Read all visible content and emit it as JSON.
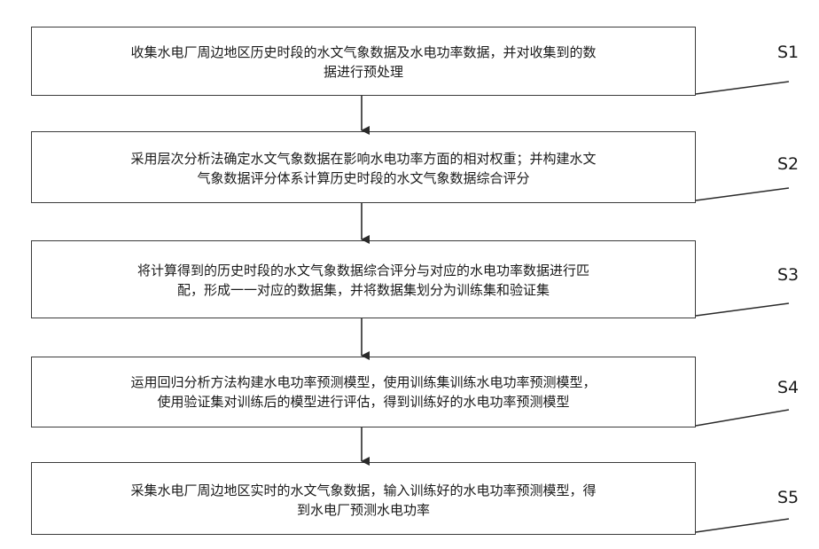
{
  "steps": [
    {
      "label": "S1",
      "line1": "收集水电厂周边地区历史时段的水文气象数据及水电功率数据，并对收集到的数",
      "line2": "据进行预处理"
    },
    {
      "label": "S2",
      "line1": "采用层次分析法确定水文气象数据在影响水电功率方面的相对权重；并构建水文",
      "line2": "气象数据评分体系计算历史时段的水文气象数据综合评分"
    },
    {
      "label": "S3",
      "line1": "将计算得到的历史时段的水文气象数据综合评分与对应的水电功率数据进行匹",
      "line2": "配，形成一一对应的数据集，并将数据集划分为训练集和验证集"
    },
    {
      "label": "S4",
      "line1": "运用回归分析方法构建水电功率预测模型，使用训练集训练水电功率预测模型，",
      "line2": "使用验证集对训练后的模型进行评估，得到训练好的水电功率预测模型"
    },
    {
      "label": "S5",
      "line1": "采集水电厂周边地区实时的水文气象数据，输入训练好的水电功率预测模型，得",
      "line2": "到水电厂预测水电功率"
    }
  ]
}
